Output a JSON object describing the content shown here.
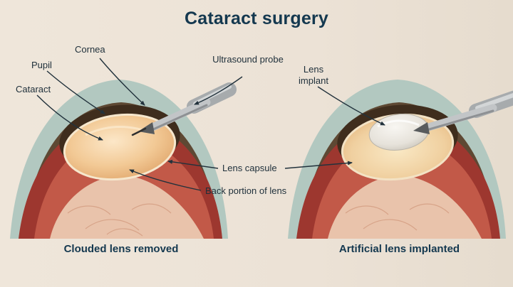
{
  "title": "Cataract surgery",
  "labels": {
    "cornea": "Cornea",
    "pupil": "Pupil",
    "cataract": "Cataract",
    "ultrasound_probe": "Ultrasound probe",
    "lens_implant": "Lens implant",
    "lens_capsule": "Lens capsule",
    "back_portion_of_lens": "Back portion of lens"
  },
  "captions": {
    "left_eye": "Clouded lens removed",
    "right_eye": "Artificial lens implanted"
  },
  "colors": {
    "background": "#ece2d6",
    "heading_text": "#14384f",
    "label_text": "#1e2f3a",
    "sclera_dark_red": "#9d372f",
    "inner_red": "#c25948",
    "tissue_pink": "#e9c3ab",
    "cornea_teal": "#b2c8c0",
    "iris_brown": "#5e4833",
    "cataract_lens": "#eebc85",
    "implant_white": "#ece9e3",
    "probe_gray": "#b5b8ba"
  }
}
